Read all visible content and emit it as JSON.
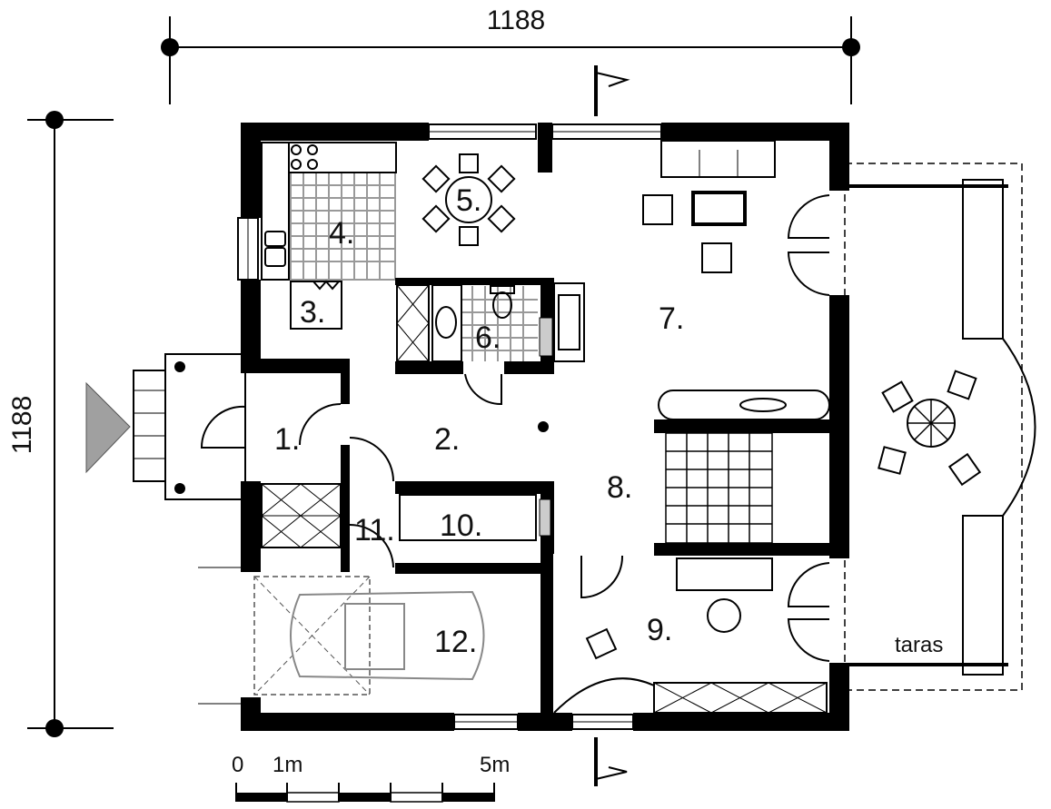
{
  "dimensions": {
    "width_label": "1188",
    "height_label": "1188"
  },
  "rooms": [
    {
      "label": "1."
    },
    {
      "label": "2."
    },
    {
      "label": "3."
    },
    {
      "label": "4."
    },
    {
      "label": "5."
    },
    {
      "label": "6."
    },
    {
      "label": "7."
    },
    {
      "label": "8."
    },
    {
      "label": "9."
    },
    {
      "label": "10."
    },
    {
      "label": "11."
    },
    {
      "label": "12."
    }
  ],
  "terrace_label": "taras",
  "scale": {
    "zero": "0",
    "one": "1m",
    "five": "5m"
  },
  "colors": {
    "wall": "#000000",
    "tile": "#999999",
    "entrance": "#a0a0a0"
  }
}
